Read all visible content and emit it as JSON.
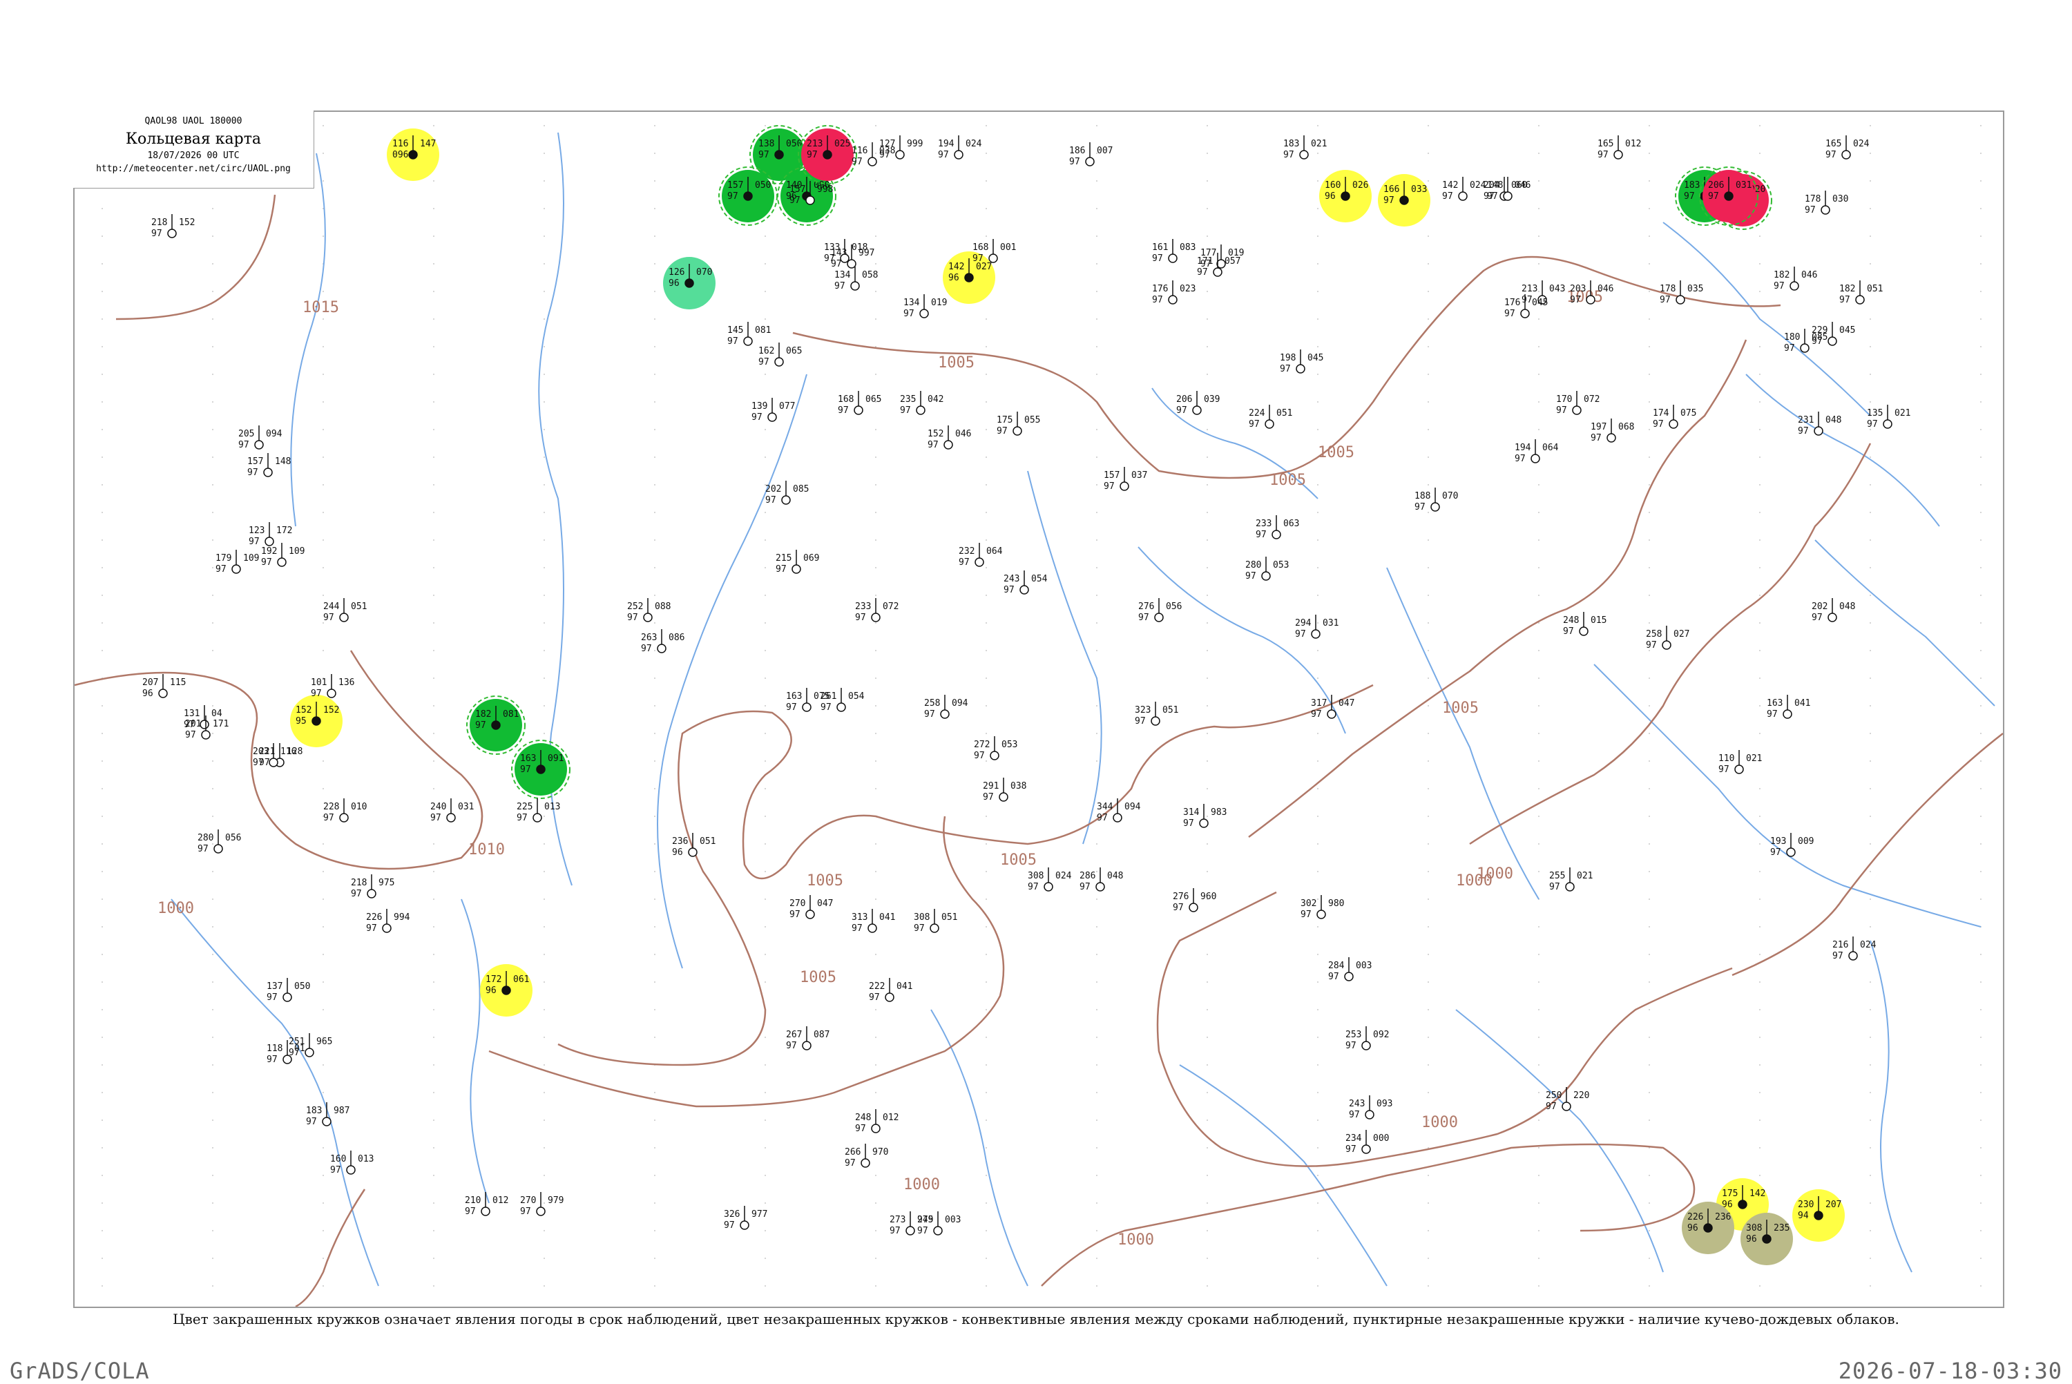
{
  "header": {
    "code": "QAOL98  UAOL  180000",
    "title": "Кольцевая карта",
    "date": "18/07/2026 00 UTC",
    "url": "http://meteocenter.net/circ/UAOL.png"
  },
  "caption": "Цвет закрашенных кружков означает явления погоды в срок наблюдений, цвет незакрашенных кружков - конвективные явления между сроками наблюдений, пунктирные незакрашенные кружки - наличие кучево-дождевых облаков.",
  "footer": {
    "left": "GrADS/COLA",
    "right": "2026-07-18-03:30"
  },
  "colors": {
    "isobar": "#b07868",
    "river": "#77aae6",
    "thunder_fill": "#11bb33",
    "thunder_dashed": "#33bb33",
    "rain_fill": "#ffff44",
    "storm_fill": "#ee2255",
    "haze_fill": "#bbbb88",
    "showers_fill": "#55dd99"
  },
  "isobar_labels": [
    {
      "label": "1015"
    },
    {
      "label": "1010"
    },
    {
      "label": "1005"
    },
    {
      "label": "1005"
    },
    {
      "label": "1005"
    },
    {
      "label": "1005"
    },
    {
      "label": "1005"
    },
    {
      "label": "1005"
    },
    {
      "label": "1005"
    },
    {
      "label": "1005"
    },
    {
      "label": "1000"
    },
    {
      "label": "1000"
    },
    {
      "label": "1000"
    },
    {
      "label": "1000"
    },
    {
      "label": "1000"
    },
    {
      "label": "1000"
    }
  ],
  "stations": [
    {
      "t": "116",
      "td": "096",
      "p": "147",
      "w": "●",
      "c": "yellow"
    },
    {
      "t": "152",
      "td": "95",
      "p": "152",
      "w": "●",
      "c": "yellow"
    },
    {
      "t": "172",
      "td": "96",
      "p": "061",
      "w": "●",
      "c": "yellow"
    },
    {
      "t": "142",
      "td": "96",
      "p": "027",
      "w": "●",
      "c": "yellow"
    },
    {
      "t": "160",
      "td": "96",
      "p": "026",
      "w": "●",
      "c": "yellow"
    },
    {
      "t": "166",
      "td": "97",
      "p": "033",
      "w": "●",
      "c": "yellow"
    },
    {
      "t": "175",
      "td": "96",
      "p": "142",
      "w": "●",
      "c": "yellow"
    },
    {
      "t": "230",
      "td": "94",
      "p": "207",
      "w": "●",
      "c": "yellow"
    },
    {
      "t": "226",
      "td": "96",
      "p": "236",
      "w": "●",
      "c": "haze"
    },
    {
      "t": "308",
      "td": "96",
      "p": "235",
      "w": "●",
      "c": "haze"
    },
    {
      "t": "126",
      "td": "96",
      "p": "070",
      "w": "●",
      "c": "showers"
    },
    {
      "t": "138",
      "td": "97",
      "p": "050",
      "w": "●",
      "c": "green"
    },
    {
      "t": "157",
      "td": "97",
      "p": "050",
      "w": "●",
      "c": "green"
    },
    {
      "t": "140",
      "td": "96",
      "p": "090",
      "w": "●",
      "c": "green"
    },
    {
      "t": "182",
      "td": "97",
      "p": "081",
      "w": "●",
      "c": "green"
    },
    {
      "t": "163",
      "td": "97",
      "p": "091",
      "w": "●",
      "c": "green"
    },
    {
      "t": "183",
      "td": "97",
      "p": "023",
      "w": "●",
      "c": "green"
    },
    {
      "t": "203",
      "td": "97",
      "p": "020",
      "w": "●",
      "c": "red"
    },
    {
      "t": "213",
      "td": "97",
      "p": "025",
      "w": "●",
      "c": "red"
    },
    {
      "t": "206",
      "td": "97",
      "p": "031",
      "w": "●",
      "c": "red"
    },
    {
      "t": "135",
      "td": "97",
      "p": "021",
      "w": "○",
      "c": "none"
    },
    {
      "t": "143",
      "td": "97",
      "p": "997",
      "w": "○",
      "c": "none"
    },
    {
      "t": "157",
      "td": "97",
      "p": "998",
      "w": "○",
      "c": "none"
    },
    {
      "t": "194",
      "td": "97",
      "p": "024",
      "w": "○",
      "c": "none"
    },
    {
      "t": "177",
      "td": "97",
      "p": "019",
      "w": "○",
      "c": "none"
    },
    {
      "t": "183",
      "td": "97",
      "p": "021",
      "w": "○",
      "c": "none"
    },
    {
      "t": "165",
      "td": "97",
      "p": "012",
      "w": "○",
      "c": "none"
    },
    {
      "t": "204",
      "td": "97",
      "p": "060",
      "w": "○",
      "c": "none"
    },
    {
      "t": "188",
      "td": "97",
      "p": "070",
      "w": "○",
      "c": "none"
    },
    {
      "t": "233",
      "td": "97",
      "p": "063",
      "w": "○",
      "c": "none"
    },
    {
      "t": "280",
      "td": "97",
      "p": "053",
      "w": "○",
      "c": "none"
    },
    {
      "t": "294",
      "td": "97",
      "p": "031",
      "w": "○",
      "c": "none"
    },
    {
      "t": "317",
      "td": "97",
      "p": "047",
      "w": "○",
      "c": "none"
    },
    {
      "t": "323",
      "td": "97",
      "p": "051",
      "w": "○",
      "c": "none"
    },
    {
      "t": "344",
      "td": "97",
      "p": "094",
      "w": "○",
      "c": "none"
    },
    {
      "t": "314",
      "td": "97",
      "p": "983",
      "w": "○",
      "c": "none"
    },
    {
      "t": "308",
      "td": "97",
      "p": "024",
      "w": "○",
      "c": "none"
    },
    {
      "t": "286",
      "td": "97",
      "p": "048",
      "w": "○",
      "c": "none"
    },
    {
      "t": "291",
      "td": "97",
      "p": "038",
      "w": "○",
      "c": "none"
    },
    {
      "t": "258",
      "td": "97",
      "p": "094",
      "w": "○",
      "c": "none"
    },
    {
      "t": "252",
      "td": "97",
      "p": "088",
      "w": "○",
      "c": "none"
    },
    {
      "t": "263",
      "td": "97",
      "p": "086",
      "w": "○",
      "c": "none"
    },
    {
      "t": "233",
      "td": "97",
      "p": "072",
      "w": "○",
      "c": "none"
    },
    {
      "t": "243",
      "td": "97",
      "p": "054",
      "w": "○",
      "c": "none"
    },
    {
      "t": "232",
      "td": "97",
      "p": "064",
      "w": "○",
      "c": "none"
    },
    {
      "t": "276",
      "td": "97",
      "p": "056",
      "w": "○",
      "c": "none"
    },
    {
      "t": "255",
      "td": "97",
      "p": "021",
      "w": "○",
      "c": "none"
    },
    {
      "t": "250",
      "td": "97",
      "p": "220",
      "w": "○",
      "c": "none"
    },
    {
      "t": "248",
      "td": "97",
      "p": "015",
      "w": "○",
      "c": "none"
    },
    {
      "t": "258",
      "td": "97",
      "p": "027",
      "w": "○",
      "c": "none"
    },
    {
      "t": "202",
      "td": "97",
      "p": "048",
      "w": "○",
      "c": "none"
    },
    {
      "t": "216",
      "td": "97",
      "p": "024",
      "w": "○",
      "c": "none"
    },
    {
      "t": "193",
      "td": "97",
      "p": "009",
      "w": "○",
      "c": "none"
    },
    {
      "t": "163",
      "td": "97",
      "p": "041",
      "w": "○",
      "c": "none"
    },
    {
      "t": "110",
      "td": "97",
      "p": "021",
      "w": "○",
      "c": "none"
    },
    {
      "t": "174",
      "td": "97",
      "p": "075",
      "w": "○",
      "c": "none"
    },
    {
      "t": "178",
      "td": "97",
      "p": "035",
      "w": "○",
      "c": "none"
    },
    {
      "t": "231",
      "td": "97",
      "p": "048",
      "w": "○",
      "c": "none"
    },
    {
      "t": "180",
      "td": "97",
      "p": "085",
      "w": "○",
      "c": "none"
    },
    {
      "t": "165",
      "td": "97",
      "p": "024",
      "w": "○",
      "c": "none"
    },
    {
      "t": "178",
      "td": "97",
      "p": "030",
      "w": "○",
      "c": "none"
    },
    {
      "t": "182",
      "td": "97",
      "p": "051",
      "w": "○",
      "c": "none"
    },
    {
      "t": "229",
      "td": "97",
      "p": "045",
      "w": "○",
      "c": "none"
    },
    {
      "t": "170",
      "td": "97",
      "p": "072",
      "w": "○",
      "c": "none"
    },
    {
      "t": "197",
      "td": "97",
      "p": "068",
      "w": "○",
      "c": "none"
    },
    {
      "t": "194",
      "td": "97",
      "p": "064",
      "w": "○",
      "c": "none"
    },
    {
      "t": "203",
      "td": "97",
      "p": "046",
      "w": "○",
      "c": "none"
    },
    {
      "t": "182",
      "td": "97",
      "p": "046",
      "w": "○",
      "c": "none"
    },
    {
      "t": "213",
      "td": "97",
      "p": "043",
      "w": "○",
      "c": "none"
    },
    {
      "t": "176",
      "td": "97",
      "p": "045",
      "w": "○",
      "c": "none"
    },
    {
      "t": "142",
      "td": "97",
      "p": "024",
      "w": "○",
      "c": "none"
    },
    {
      "t": "148",
      "td": "97",
      "p": "046",
      "w": "○",
      "c": "none"
    },
    {
      "t": "161",
      "td": "97",
      "p": "083",
      "w": "○",
      "c": "none"
    },
    {
      "t": "171",
      "td": "97",
      "p": "057",
      "w": "○",
      "c": "none"
    },
    {
      "t": "198",
      "td": "97",
      "p": "045",
      "w": "○",
      "c": "none"
    },
    {
      "t": "224",
      "td": "97",
      "p": "051",
      "w": "○",
      "c": "none"
    },
    {
      "t": "206",
      "td": "97",
      "p": "039",
      "w": "○",
      "c": "none"
    },
    {
      "t": "176",
      "td": "97",
      "p": "023",
      "w": "○",
      "c": "none"
    },
    {
      "t": "186",
      "td": "97",
      "p": "007",
      "w": "○",
      "c": "none"
    },
    {
      "t": "168",
      "td": "97",
      "p": "001",
      "w": "○",
      "c": "none"
    },
    {
      "t": "134",
      "td": "97",
      "p": "019",
      "w": "○",
      "c": "none"
    },
    {
      "t": "152",
      "td": "97",
      "p": "046",
      "w": "○",
      "c": "none"
    },
    {
      "t": "175",
      "td": "97",
      "p": "055",
      "w": "○",
      "c": "none"
    },
    {
      "t": "157",
      "td": "97",
      "p": "037",
      "w": "○",
      "c": "none"
    },
    {
      "t": "235",
      "td": "97",
      "p": "042",
      "w": "○",
      "c": "none"
    },
    {
      "t": "168",
      "td": "97",
      "p": "065",
      "w": "○",
      "c": "none"
    },
    {
      "t": "134",
      "td": "97",
      "p": "058",
      "w": "○",
      "c": "none"
    },
    {
      "t": "116",
      "td": "97",
      "p": "038",
      "w": "○",
      "c": "none"
    },
    {
      "t": "133",
      "td": "97",
      "p": "018",
      "w": "○",
      "c": "none"
    },
    {
      "t": "127",
      "td": "97",
      "p": "999",
      "w": "○",
      "c": "none"
    },
    {
      "t": "162",
      "td": "97",
      "p": "065",
      "w": "○",
      "c": "none"
    },
    {
      "t": "145",
      "td": "97",
      "p": "081",
      "w": "○",
      "c": "none"
    },
    {
      "t": "139",
      "td": "97",
      "p": "077",
      "w": "○",
      "c": "none"
    },
    {
      "t": "202",
      "td": "97",
      "p": "085",
      "w": "○",
      "c": "none"
    },
    {
      "t": "215",
      "td": "97",
      "p": "069",
      "w": "○",
      "c": "none"
    },
    {
      "t": "163",
      "td": "97",
      "p": "075",
      "w": "○",
      "c": "none"
    },
    {
      "t": "261",
      "td": "97",
      "p": "054",
      "w": "○",
      "c": "none"
    },
    {
      "t": "272",
      "td": "97",
      "p": "053",
      "w": "○",
      "c": "none"
    },
    {
      "t": "236",
      "td": "96",
      "p": "051",
      "w": "○",
      "c": "none"
    },
    {
      "t": "270",
      "td": "97",
      "p": "047",
      "w": "○",
      "c": "none"
    },
    {
      "t": "313",
      "td": "97",
      "p": "041",
      "w": "○",
      "c": "none"
    },
    {
      "t": "308",
      "td": "97",
      "p": "051",
      "w": "○",
      "c": "none"
    },
    {
      "t": "222",
      "td": "97",
      "p": "041",
      "w": "○",
      "c": "none"
    },
    {
      "t": "267",
      "td": "97",
      "p": "087",
      "w": "○",
      "c": "none"
    },
    {
      "t": "248",
      "td": "97",
      "p": "012",
      "w": "○",
      "c": "none"
    },
    {
      "t": "266",
      "td": "97",
      "p": "970",
      "w": "○",
      "c": "none"
    },
    {
      "t": "326",
      "td": "97",
      "p": "977",
      "w": "○",
      "c": "none"
    },
    {
      "t": "273",
      "td": "97",
      "p": "975",
      "w": "○",
      "c": "none"
    },
    {
      "t": "249",
      "td": "97",
      "p": "003",
      "w": "○",
      "c": "none"
    },
    {
      "t": "276",
      "td": "97",
      "p": "960",
      "w": "○",
      "c": "none"
    },
    {
      "t": "302",
      "td": "97",
      "p": "980",
      "w": "○",
      "c": "none"
    },
    {
      "t": "284",
      "td": "97",
      "p": "003",
      "w": "○",
      "c": "none"
    },
    {
      "t": "253",
      "td": "97",
      "p": "092",
      "w": "○",
      "c": "none"
    },
    {
      "t": "243",
      "td": "97",
      "p": "093",
      "w": "○",
      "c": "none"
    },
    {
      "t": "234",
      "td": "97",
      "p": "000",
      "w": "○",
      "c": "none"
    },
    {
      "t": "240",
      "td": "97",
      "p": "031",
      "w": "○",
      "c": "none"
    },
    {
      "t": "225",
      "td": "97",
      "p": "013",
      "w": "○",
      "c": "none"
    },
    {
      "t": "226",
      "td": "97",
      "p": "994",
      "w": "○",
      "c": "none"
    },
    {
      "t": "251",
      "td": "97",
      "p": "965",
      "w": "○",
      "c": "none"
    },
    {
      "t": "183",
      "td": "97",
      "p": "987",
      "w": "○",
      "c": "none"
    },
    {
      "t": "160",
      "td": "97",
      "p": "013",
      "w": "○",
      "c": "none"
    },
    {
      "t": "210",
      "td": "97",
      "p": "012",
      "w": "○",
      "c": "none"
    },
    {
      "t": "270",
      "td": "97",
      "p": "979",
      "w": "○",
      "c": "none"
    },
    {
      "t": "280",
      "td": "97",
      "p": "056",
      "w": "○",
      "c": "none"
    },
    {
      "t": "228",
      "td": "97",
      "p": "010",
      "w": "○",
      "c": "none"
    },
    {
      "t": "218",
      "td": "97",
      "p": "975",
      "w": "○",
      "c": "none"
    },
    {
      "t": "137",
      "td": "97",
      "p": "050",
      "w": "○",
      "c": "none"
    },
    {
      "t": "118",
      "td": "97",
      "p": "01",
      "w": "○",
      "c": "none"
    },
    {
      "t": "131",
      "td": "97",
      "p": "04",
      "w": "○",
      "c": "none"
    },
    {
      "t": "221",
      "td": "97",
      "p": "128",
      "w": "○",
      "c": "none"
    },
    {
      "t": "203",
      "td": "97",
      "p": "116",
      "w": "○",
      "c": "none"
    },
    {
      "t": "207",
      "td": "96",
      "p": "115",
      "w": "○",
      "c": "none"
    },
    {
      "t": "201",
      "td": "97",
      "p": "171",
      "w": "○",
      "c": "none"
    },
    {
      "t": "157",
      "td": "97",
      "p": "148",
      "w": "○",
      "c": "none"
    },
    {
      "t": "123",
      "td": "97",
      "p": "172",
      "w": "○",
      "c": "none"
    },
    {
      "t": "192",
      "td": "97",
      "p": "109",
      "w": "○",
      "c": "none"
    },
    {
      "t": "179",
      "td": "97",
      "p": "109",
      "w": "○",
      "c": "none"
    },
    {
      "t": "205",
      "td": "97",
      "p": "094",
      "w": "○",
      "c": "none"
    },
    {
      "t": "218",
      "td": "97",
      "p": "152",
      "w": "○",
      "c": "none"
    },
    {
      "t": "101",
      "td": "97",
      "p": "136",
      "w": "○",
      "c": "none"
    },
    {
      "t": "244",
      "td": "97",
      "p": "051",
      "w": "○",
      "c": "none"
    }
  ]
}
